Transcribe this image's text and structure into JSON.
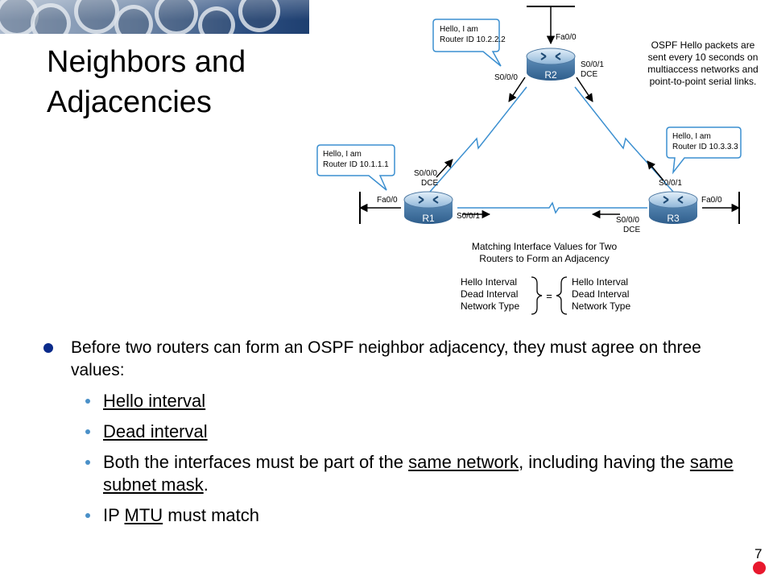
{
  "title": {
    "line1": "Neighbors and",
    "line2": "Adjacencies"
  },
  "diagram": {
    "routers": [
      {
        "name": "R1",
        "iface_left": "Fa0/0",
        "iface_top_1": "S0/0/0",
        "iface_top_2": "DCE",
        "iface_right": "S0/0/1"
      },
      {
        "name": "R2",
        "iface_top": "Fa0/0",
        "iface_left": "S0/0/0",
        "iface_right_1": "S0/0/1",
        "iface_right_2": "DCE"
      },
      {
        "name": "R3",
        "iface_top": "S0/0/1",
        "iface_right": "Fa0/0",
        "iface_bottom_1": "S0/0/0",
        "iface_bottom_2": "DCE"
      }
    ],
    "callouts": [
      {
        "line1": "Hello, I am",
        "line2": "Router ID 10.1.1.1"
      },
      {
        "line1": "Hello, I am",
        "line2": "Router ID 10.2.2.2"
      },
      {
        "line1": "Hello, I am",
        "line2": "Router ID 10.3.3.3"
      }
    ],
    "note": [
      "OSPF Hello packets are",
      "sent every 10 seconds on",
      "multiaccess networks and",
      "point-to-point serial links."
    ],
    "matching_title": [
      "Matching Interface Values for Two",
      "Routers to Form an Adjacency"
    ],
    "values_left": [
      "Hello Interval",
      "Dead Interval",
      "Network Type"
    ],
    "equals": "=",
    "values_right": [
      "Hello Interval",
      "Dead Interval",
      "Network Type"
    ]
  },
  "bullets": {
    "main": "Before two routers can form an OSPF neighbor adjacency, they must agree on three values:",
    "sub1": "Hello interval",
    "sub2": "Dead interval",
    "sub3": {
      "pre": "Both the interfaces must be part of the ",
      "u1": "same network",
      "mid": ", including having the ",
      "u2": "same subnet mask",
      "post": "."
    },
    "sub4": {
      "pre": "IP ",
      "u": "MTU",
      "post": " must match"
    }
  },
  "page_number": "7",
  "colors": {
    "bullet": "#0a2a8a",
    "sub_bullet": "#4a90c8",
    "link_line": "#3b8fd0",
    "page_dot": "#e8182d"
  }
}
